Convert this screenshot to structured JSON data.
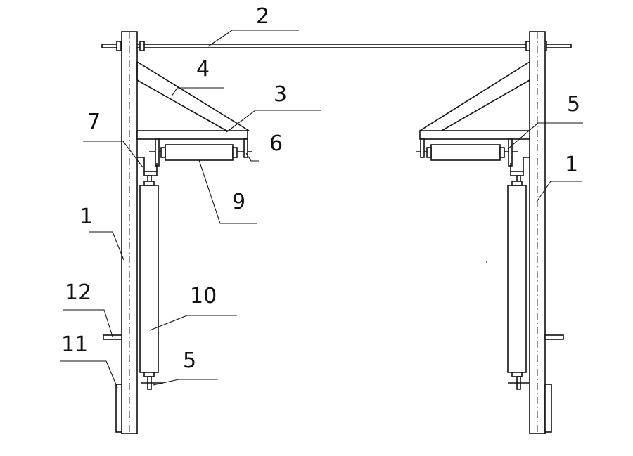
{
  "labels": {
    "l2": "2",
    "l4": "4",
    "l3": "3",
    "l7": "7",
    "l6": "6",
    "l5_right": "5",
    "l9": "9",
    "l1_left": "1",
    "l1_right": "1",
    "l12": "12",
    "l10": "10",
    "l11": "11",
    "l5_bottom": "5"
  }
}
